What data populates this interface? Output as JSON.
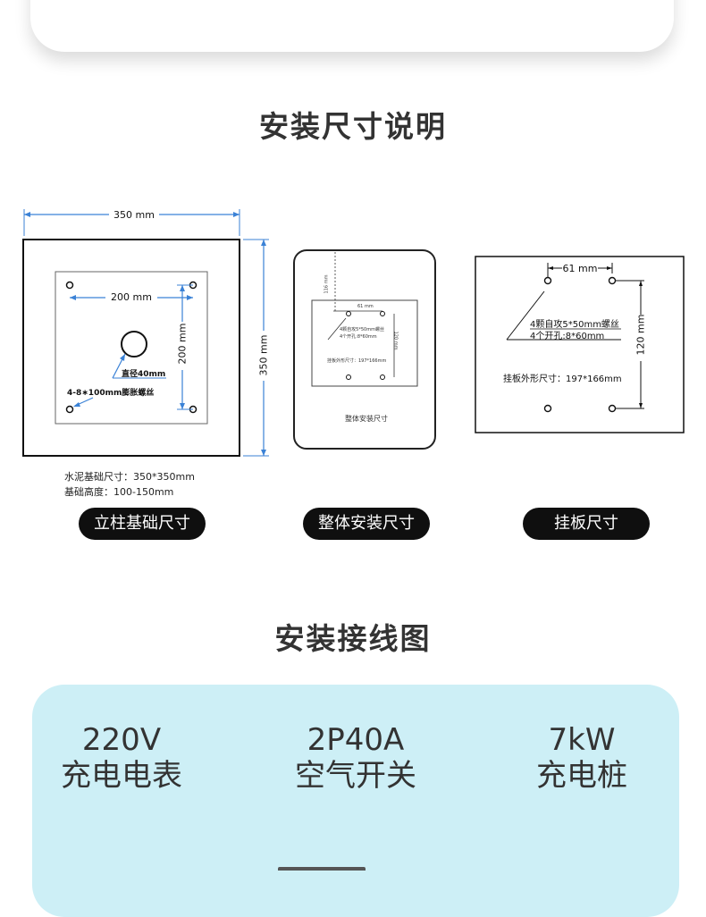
{
  "sections": {
    "install_title": "安装尺寸说明",
    "wiring_title": "安装接线图"
  },
  "colors": {
    "dimension_line": "#3b82d6",
    "pill_bg": "#0f0f0f",
    "wiring_card_bg": "#cdeff6",
    "title_text": "#333333"
  },
  "foundation": {
    "outer_width_label": "350 mm",
    "outer_height_label": "350 mm",
    "bolt_width_label": "200 mm",
    "bolt_height_label": "200 mm",
    "center_hole_label": "直径40mm",
    "bolt_label": "4-8∗100mm膨胀螺丝",
    "note_size": "水泥基础尺寸：350*350mm",
    "note_height": "基础高度：100-150mm",
    "pill": "立柱基础尺寸"
  },
  "overall": {
    "inner_top_label": "116 mm",
    "inner_spacing_label": "61 mm",
    "inner_screw_label": "4颗自攻5*50mm螺丝",
    "inner_hole_label": "4个开孔:8*60mm",
    "inner_side_label": "120 mm",
    "inner_plate_label": "挂板外形尺寸：197*166mm",
    "caption": "整体安装尺寸",
    "pill": "整体安装尺寸"
  },
  "plate": {
    "spacing_label": "61 mm",
    "screw_label": "4颗自攻5*50mm螺丝",
    "hole_label": "4个开孔:8*60mm",
    "height_label": "120 mm",
    "size_label": "挂板外形尺寸：197*166mm",
    "pill": "挂板尺寸"
  },
  "wiring": [
    {
      "value": "220V",
      "name": "充电电表"
    },
    {
      "value": "2P40A",
      "name": "空气开关"
    },
    {
      "value": "7kW",
      "name": "充电桩"
    }
  ]
}
